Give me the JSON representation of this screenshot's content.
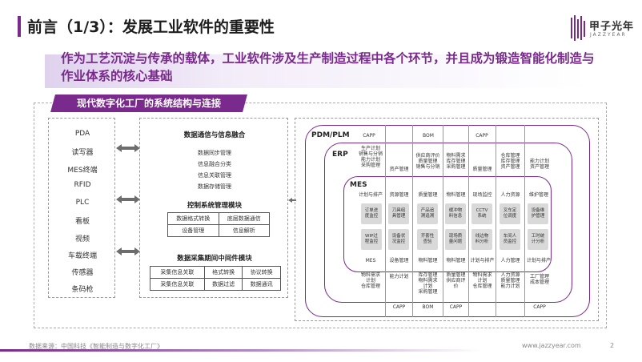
{
  "title": "前言（1/3）：发展工业软件的重要性",
  "logo": {
    "name": "甲子光年",
    "sub": "JAZZYEAR"
  },
  "subtitle": "作为工艺沉淀与传承的载体，工业软件涉及生产制造过程中各个环节，并且成为锻造智能化制造与作业体系的核心基础",
  "diagram_title": "现代数字化工厂的系统结构与连接",
  "devices": [
    "PDA",
    "读写器",
    "MES终端",
    "RFID",
    "PLC",
    "看板",
    "视频",
    "车载终端",
    "传感器",
    "条码枪"
  ],
  "data_panel": {
    "sec1_title": "数据通信与信息融合",
    "sec1_items": [
      "数据同步管理",
      "信息融合分类",
      "信息关联管理",
      "数据存储管理"
    ],
    "sec2_title": "控制系统管理模块",
    "sec2_table": [
      [
        "数据格式转换",
        "底层数据通信"
      ],
      [
        "设备管理",
        "信息解析"
      ]
    ],
    "sec3_title": "数据采集期间中间件模块",
    "sec3_table": [
      [
        "采集信息关联",
        "格式转换",
        "协议转换"
      ],
      [
        "采集信息关联",
        "数据过滤",
        "数据通讯"
      ]
    ]
  },
  "arch": {
    "pdm_label": "PDM/PLM",
    "erp_label": "ERP",
    "mes_label": "MES",
    "pdm_top": [
      "CAPP",
      "BOM",
      "CAPP"
    ],
    "erp_top": [
      "生产计划\n销售与分销\n能力计划\n采购管理",
      "资产管理",
      "供应商评价\n质量管理\n销售与分销",
      "物料需求\n库存管理\n采购管理",
      "质量管理",
      "仓库管理\n库存管理\n资产管理",
      "能力计划\n资产管理"
    ],
    "mes_top": [
      "计划与排产",
      "资源管理",
      "质量管理",
      "物料管理",
      "现场监控",
      "人力资源",
      "维护管理"
    ],
    "cards_row1": [
      "订单进\n度监控",
      "刀具组\n具管理",
      "产品追\n溯追溯",
      "缓冲物\n料信息",
      "CCTV\n系统",
      "叉车定\n位调度",
      "设备维\n护管理"
    ],
    "cards_row2": [
      "WIP过\n程监控",
      "设备状\n况监控",
      "齐套性\n查验",
      "现场质\n量问题",
      "线边物\n料分析",
      "车间人\n员监控",
      "工时统\n计分析"
    ],
    "mes_bottom": [
      "MES",
      "设备管理",
      "物料管理",
      "物料管理",
      "计划与排产",
      "人力管理",
      "计划与排产"
    ],
    "erp_bottom": [
      "物料需求\n计划\n仓库管理",
      "能力计划",
      "库存管理\n物料需求\n计划\n采购管理",
      "质量管理\n供应商评\n价",
      "物料需求\n计划\n仓库管理",
      "人力资源\n质量管理\n能力计划",
      "工厂管理\n成本管理"
    ],
    "pdm_bottom": [
      "CAPP",
      "BOM",
      "CAPP",
      "CAPP"
    ]
  },
  "footer": {
    "source": "数据来源：中国科技《智能制造与数字化工厂》",
    "url": "www.jazzyear.com",
    "page": "2"
  }
}
